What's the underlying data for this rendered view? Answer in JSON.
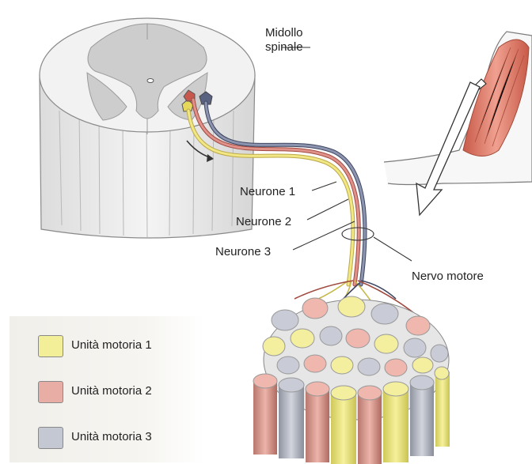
{
  "labels": {
    "spinal_cord": [
      "Midollo",
      "spinale"
    ],
    "neuron1": "Neurone 1",
    "neuron2": "Neurone 2",
    "neuron3": "Neurone 3",
    "motor_nerve": "Nervo motore"
  },
  "legend": [
    {
      "label": "Unità motoria 1",
      "color": "#f3ee98"
    },
    {
      "label": "Unità motoria 2",
      "color": "#e8aea6"
    },
    {
      "label": "Unità motoria 3",
      "color": "#c4c8d3"
    }
  ],
  "colors": {
    "neuron1": "#e6d85a",
    "neuron2": "#c7584e",
    "neuron3": "#5a6282",
    "muscle": "#e2806a",
    "grey_matter": "#cdcdcd"
  }
}
